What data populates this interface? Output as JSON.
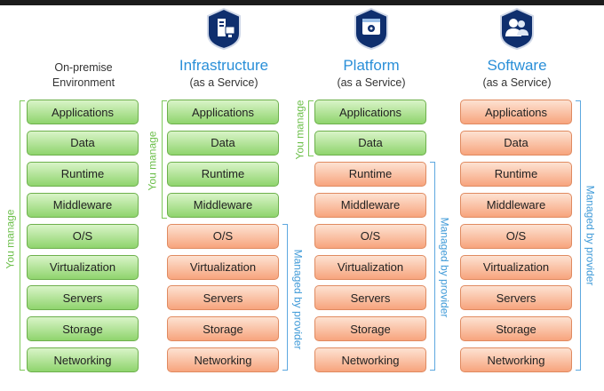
{
  "columns": [
    {
      "title": "",
      "subtitle": "",
      "plain_title_line1": "On-premise",
      "plain_title_line2": "Environment",
      "layers": [
        "Applications",
        "Data",
        "Runtime",
        "Middleware",
        "O/S",
        "Virtualization",
        "Servers",
        "Storage",
        "Networking"
      ],
      "managed_by_you": 9
    },
    {
      "title": "Infrastructure",
      "subtitle": "(as a Service)",
      "icon": "server-icon",
      "layers": [
        "Applications",
        "Data",
        "Runtime",
        "Middleware",
        "O/S",
        "Virtualization",
        "Servers",
        "Storage",
        "Networking"
      ],
      "managed_by_you": 4
    },
    {
      "title": "Platform",
      "subtitle": "(as a Service)",
      "icon": "gear-window-icon",
      "layers": [
        "Applications",
        "Data",
        "Runtime",
        "Middleware",
        "O/S",
        "Virtualization",
        "Servers",
        "Storage",
        "Networking"
      ],
      "managed_by_you": 2
    },
    {
      "title": "Software",
      "subtitle": "(as a Service)",
      "icon": "users-icon",
      "layers": [
        "Applications",
        "Data",
        "Runtime",
        "Middleware",
        "O/S",
        "Virtualization",
        "Servers",
        "Storage",
        "Networking"
      ],
      "managed_by_you": 0
    }
  ],
  "labels": {
    "you_manage": "You manage",
    "managed_by_provider": "Managed by provider"
  },
  "colors": {
    "you_manage": "#8fd46d",
    "provider": "#f7a47d",
    "title": "#2a8fd8"
  }
}
